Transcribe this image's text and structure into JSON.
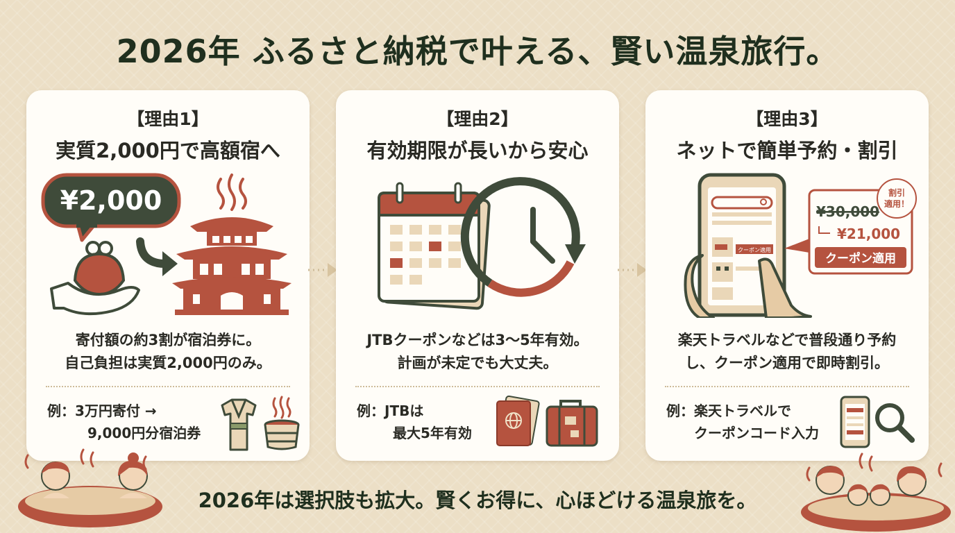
{
  "title": "2026年 ふるさと納税で叶える、賢い温泉旅行。",
  "cards": [
    {
      "reason": "【理由1】",
      "heading": "実質2,000円で高額宿へ",
      "illustration_text": "¥2,000",
      "description": [
        "寄付額の約3割が宿泊券に。",
        "自己負担は実質2,000円のみ。"
      ],
      "example_label": "例：",
      "example_lines": [
        "3万円寄付 →",
        "9,000円分宿泊券"
      ]
    },
    {
      "reason": "【理由2】",
      "heading": "有効期限が長いから安心",
      "description": [
        "JTBクーポンなどは3〜5年有効。",
        "計画が未定でも大丈夫。"
      ],
      "example_label": "例：",
      "example_lines": [
        "JTBは",
        "最大5年有効"
      ]
    },
    {
      "reason": "【理由3】",
      "heading": "ネットで簡単予約・割引",
      "illustration": {
        "badge": [
          "割引",
          "適用！"
        ],
        "old_price": "¥30,000",
        "new_price": "¥21,000",
        "coupon_button": "クーポン適用",
        "coupon_small": "クーポン適用"
      },
      "description": [
        "楽天トラベルなどで普段通り予約",
        "し、クーポン適用で即時割引。"
      ],
      "example_label": "例：",
      "example_lines": [
        "楽天トラベルで",
        "クーポンコード入力"
      ]
    }
  ],
  "footer": "2026年は選択肢も拡大。賢くお得に、心ほどける温泉旅を。",
  "colors": {
    "background": "#ecdfc6",
    "card": "#fffdf8",
    "accent_red": "#b5533f",
    "dark_green": "#3f4b3a",
    "beige": "#ead7b8",
    "title": "#1f2f1e"
  },
  "icons": [
    "coin-purse-icon",
    "hand-icon",
    "arrow-right-icon",
    "onsen-inn-icon",
    "steam-icon",
    "calendar-icon",
    "clock-icon",
    "circular-arrow-icon",
    "smartphone-icon",
    "search-icon",
    "bed-icon",
    "building-icon",
    "kimono-icon",
    "wooden-bucket-icon",
    "passport-icon",
    "suitcase-icon",
    "magnifier-icon",
    "hot-spring-people-icon"
  ]
}
